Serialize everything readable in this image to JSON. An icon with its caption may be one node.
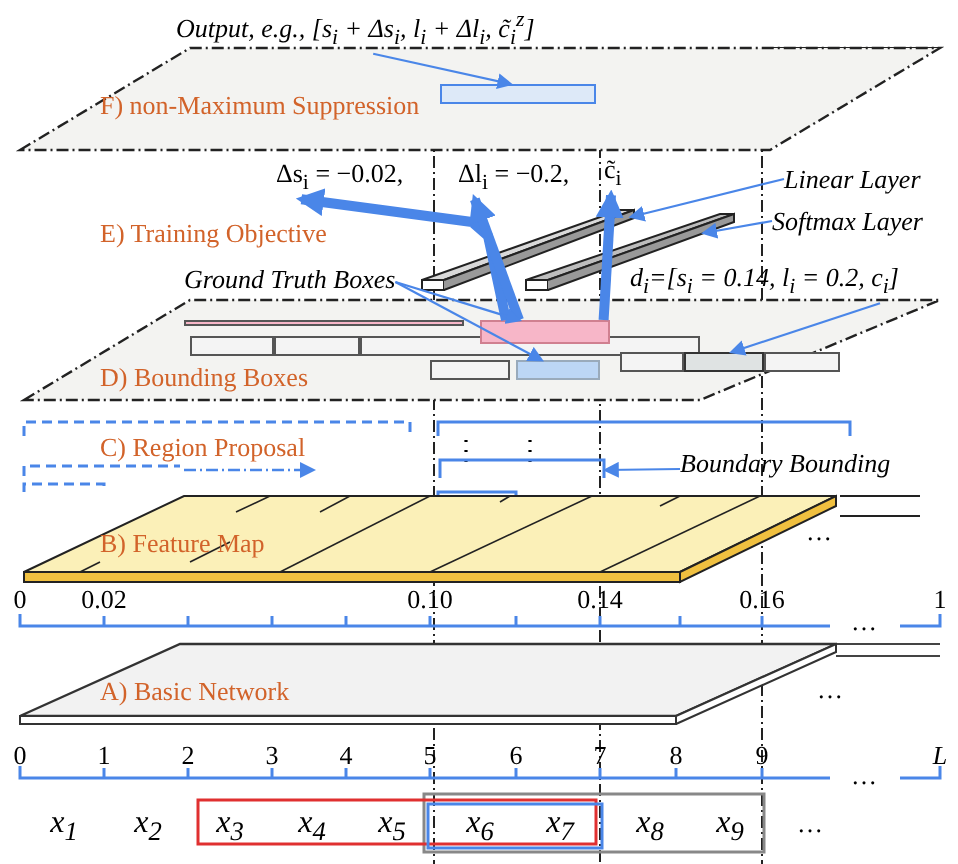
{
  "diagram": {
    "nodes": [
      {
        "text": [
          "F) non-Maximum Suppression"
        ]
      },
      {
        "text": [],
        "shape": "box",
        "in": 0
      },
      {
        "text": [
          "Output, e.g., [s$_{i}$ + Δs$_{i}$, l$_{i}$ + Δl$_{i}$, c̃$_{i}$$^{z}$]"
        ]
      },
      {
        "text": [
          "Δs$_{i}$ = −0.02,"
        ]
      },
      {
        "text": [
          "Δl$_{i}$ = −0.2,"
        ]
      },
      {
        "text": [
          "c̃$_{i}$"
        ]
      },
      {
        "text": [],
        "shape": "bar"
      },
      {
        "text": [],
        "shape": "bar"
      },
      {
        "text": [
          "Linear Layer"
        ]
      },
      {
        "text": [
          "Softmax Layer"
        ]
      },
      {
        "text": [
          "D) Bounding Boxes"
        ]
      },
      {
        "text": [],
        "shape": "box",
        "in": 10
      },
      {
        "text": [],
        "shape": "box",
        "in": 10
      },
      {
        "text": [],
        "shape": "box",
        "in": 10
      },
      {
        "text": [
          "Ground Truth Boxes"
        ]
      },
      {
        "text": [
          "d$_{i}$=[s$_{i}$ = 0.14, l$_{i}$ = 0.2, c$_{i}$]"
        ]
      },
      {
        "text": [],
        "shape": "bracket"
      },
      {
        "text": [
          "Boundary Bounding"
        ]
      },
      {
        "text": [
          "B) Feature Map"
        ]
      },
      {
        "text": [
          "A) Basic Network"
        ]
      }
    ],
    "edges": [
      {
        "from": 2,
        "to": 1,
        "arrow": "to"
      },
      {
        "from": 11,
        "to": 3,
        "arrow": "to",
        "style": "thick"
      },
      {
        "from": 11,
        "to": 4,
        "arrow": "to",
        "style": "thick"
      },
      {
        "from": 11,
        "to": 5,
        "arrow": "to",
        "style": "thick"
      },
      {
        "from": 8,
        "to": 6,
        "arrow": "to"
      },
      {
        "from": 9,
        "to": 7,
        "arrow": "to"
      },
      {
        "from": 14,
        "to": 11,
        "arrow": "to"
      },
      {
        "from": 14,
        "to": 12,
        "arrow": "to"
      },
      {
        "from": 15,
        "to": 13,
        "arrow": "to"
      },
      {
        "from": 17,
        "to": 16,
        "arrow": "to"
      }
    ],
    "labels": [
      "E) Training Objective",
      "C) Region Proposal",
      "…",
      "0",
      "0.02",
      "0.10",
      "0.14",
      "0.16",
      "…",
      "1",
      "…",
      "0",
      "1",
      "2",
      "3",
      "4",
      "5",
      "6",
      "7",
      "8",
      "9",
      "…",
      "L",
      "x$_{1}$",
      "x$_{2}$",
      "x$_{3}$",
      "x$_{4}$",
      "x$_{5}$",
      "x$_{6}$",
      "x$_{7}$",
      "x$_{8}$",
      "x$_{9}$",
      "…"
    ]
  }
}
